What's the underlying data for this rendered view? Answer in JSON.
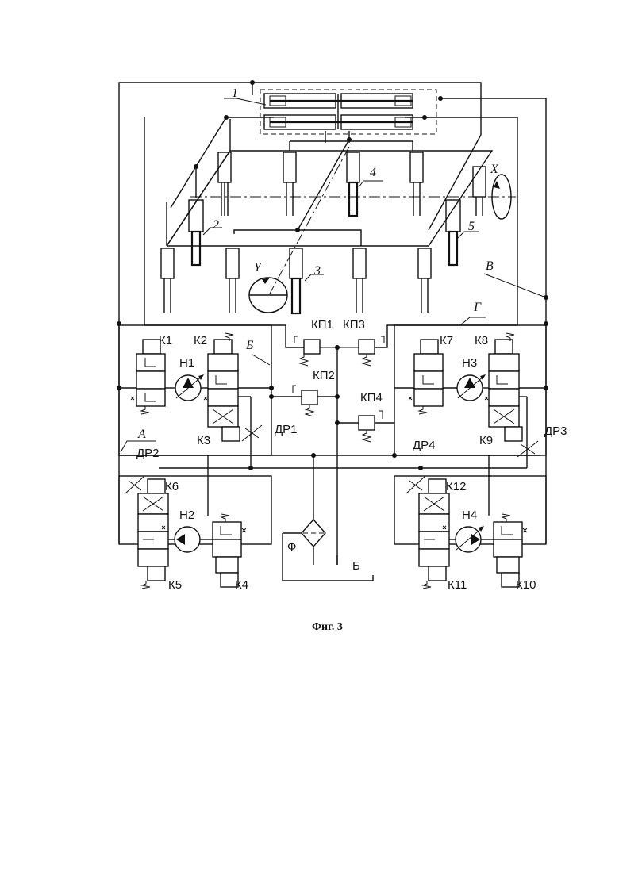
{
  "labels": {
    "n1": "1",
    "n2": "2",
    "n3": "3",
    "n4": "4",
    "n5": "5",
    "x": "X",
    "y": "Y",
    "v": "В",
    "g": "Г",
    "b": "Б",
    "a": "А",
    "k1": "К1",
    "k2": "К2",
    "k3": "К3",
    "k4": "К4",
    "k5": "К5",
    "k6": "К6",
    "k7": "К7",
    "k8": "К8",
    "k9": "К9",
    "k10": "К10",
    "k11": "К11",
    "k12": "К12",
    "h1": "Н1",
    "h2": "Н2",
    "h3": "Н3",
    "h4": "Н4",
    "kp1": "КП1",
    "kp2": "КП2",
    "kp3": "КП3",
    "kp4": "КП4",
    "dr1": "ДР1",
    "dr2": "ДР2",
    "dr3": "ДР3",
    "dr4": "ДР4",
    "filter": "Ф",
    "tank": "Б"
  },
  "caption": "Фиг. 3"
}
